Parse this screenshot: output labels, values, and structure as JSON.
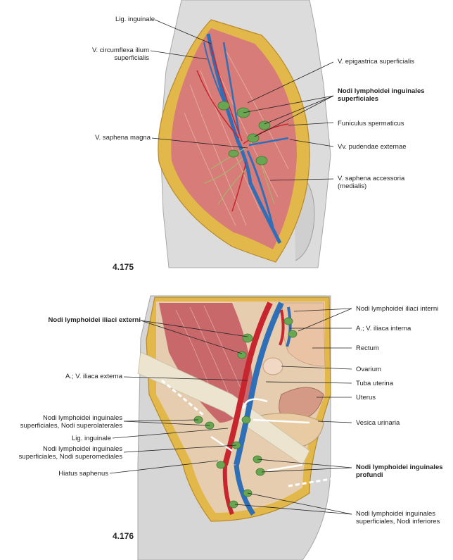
{
  "figures": [
    {
      "number": "4.175",
      "labels": {
        "lig_inguinale": "Lig. inguinale",
        "v_circumflexa_line1": "V. circumflexa ilium",
        "v_circumflexa_line2": "superficialis",
        "v_epigastrica": "V. epigastrica superficialis",
        "nodi_superficiales_line1": "Nodi lymphoidei inguinales",
        "nodi_superficiales_line2": "superficiales",
        "funiculus": "Funiculus spermaticus",
        "v_saphena_magna": "V. saphena magna",
        "vv_pudendae": "Vv. pudendae externae",
        "v_saphena_acc_line1": "V. saphena accessoria",
        "v_saphena_acc_line2": "(medialis)"
      }
    },
    {
      "number": "4.176",
      "labels": {
        "nodi_iliaci_interni": "Nodi lymphoidei iliaci interni",
        "nodi_iliaci_externi": "Nodi lymphoidei iliaci externi",
        "a_v_iliaca_interna": "A.; V. iliaca interna",
        "rectum": "Rectum",
        "a_v_iliaca_externa": "A.; V. iliaca externa",
        "ovarium": "Ovarium",
        "tuba_uterina": "Tuba uterina",
        "uterus": "Uterus",
        "nodi_superolaterales_bold": "Nodi lymphoidei inguinales",
        "nodi_superolaterales_bold2": "superficiales,",
        "nodi_superolaterales_normal": " Nodi superolaterales",
        "vesica_urinaria": "Vesica urinaria",
        "lig_inguinale": "Lig. inguinale",
        "nodi_superomediales_bold": "Nodi lymphoidei inguinales",
        "nodi_superomediales_bold2": "superficiales,",
        "nodi_superomediales_normal": " Nodi superomediales",
        "hiatus_saphenus": "Hiatus saphenus",
        "nodi_profundi_line1": "Nodi lymphoidei inguinales",
        "nodi_profundi_line2": "profundi",
        "nodi_inferiores_bold": "Nodi lymphoidei inguinales",
        "nodi_inferiores_bold2": "superficiales,",
        "nodi_inferiores_normal": " Nodi inferiores"
      }
    }
  ],
  "colors": {
    "skin": "#d8d8d8",
    "fat": "#e3b84a",
    "muscle": "#c9686a",
    "vein": "#2f6fb8",
    "artery": "#c8262e",
    "node": "#6aa552",
    "fascia": "#ece4cf"
  }
}
